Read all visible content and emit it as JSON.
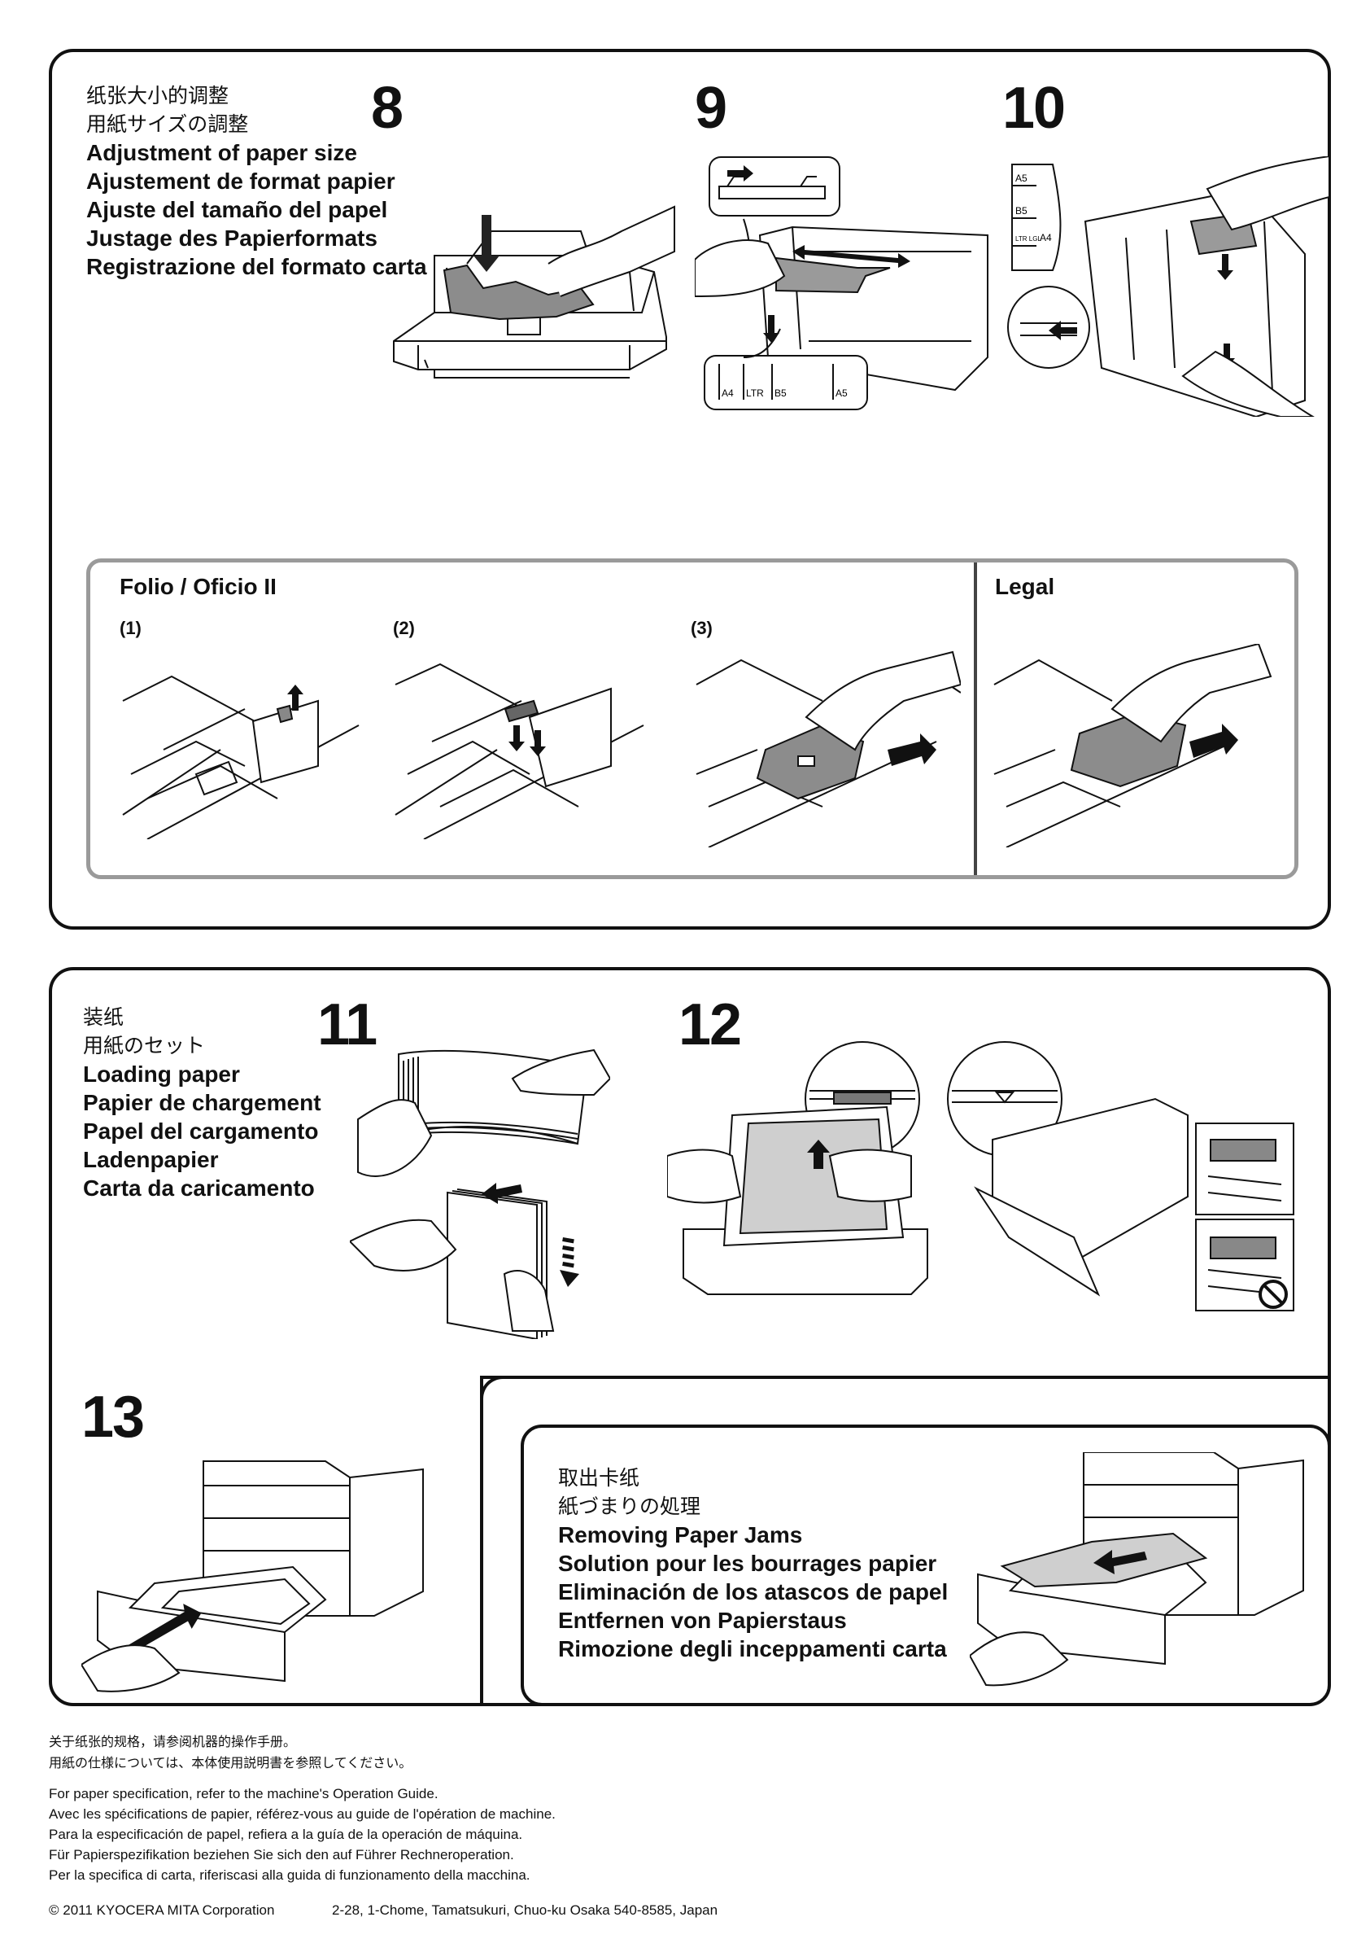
{
  "section_adjust": {
    "heading": [
      "纸张大小的调整",
      "用紙サイズの調整",
      "Adjustment of paper size",
      "Ajustement de format papier",
      "Ajuste del tamaño del papel",
      "Justage des Papierformats",
      "Registrazione del formato carta"
    ],
    "steps": [
      "8",
      "9",
      "10"
    ],
    "size_scale_9": [
      "A4",
      "LTR",
      "B5",
      "A5"
    ],
    "size_labels_10": [
      "A5",
      "B5",
      "LTR LGL",
      "A4"
    ],
    "folio": {
      "title": "Folio / Oficio II",
      "substeps": [
        "(1)",
        "(2)",
        "(3)"
      ]
    },
    "legal": {
      "title": "Legal"
    }
  },
  "section_loading": {
    "heading": [
      "装纸",
      "用紙のセット",
      "Loading paper",
      "Papier de chargement",
      "Papel del cargamento",
      "Ladenpapier",
      "Carta da caricamento"
    ],
    "steps": [
      "11",
      "12"
    ],
    "step_13": "13"
  },
  "section_jams": {
    "heading": [
      "取出卡纸",
      "紙づまりの処理",
      "Removing Paper Jams",
      "Solution pour les bourrages papier",
      "Eliminación de los atascos de papel",
      "Entfernen von Papierstaus",
      "Rimozione degli inceppamenti carta"
    ]
  },
  "footer": {
    "cjk": [
      "关于纸张的规格，请参阅机器的操作手册。",
      "用紙の仕様については、本体使用説明書を参照してください。"
    ],
    "notes": [
      "For paper specification, refer to the machine's Operation Guide.",
      "Avec les spécifications de papier, référez-vous au guide de l'opération de machine.",
      "Para la especificación de papel, refiera a la guía de la operación de máquina.",
      "Für Papierspezifikation beziehen Sie sich den auf Führer Rechneroperation.",
      "Per la specifica di carta, riferiscasi alla guida di funzionamento della macchina."
    ],
    "copyright": "© 2011  KYOCERA MITA Corporation",
    "address": "2-28, 1-Chome, Tamatsukuri, Chuo-ku Osaka 540-8585, Japan"
  }
}
